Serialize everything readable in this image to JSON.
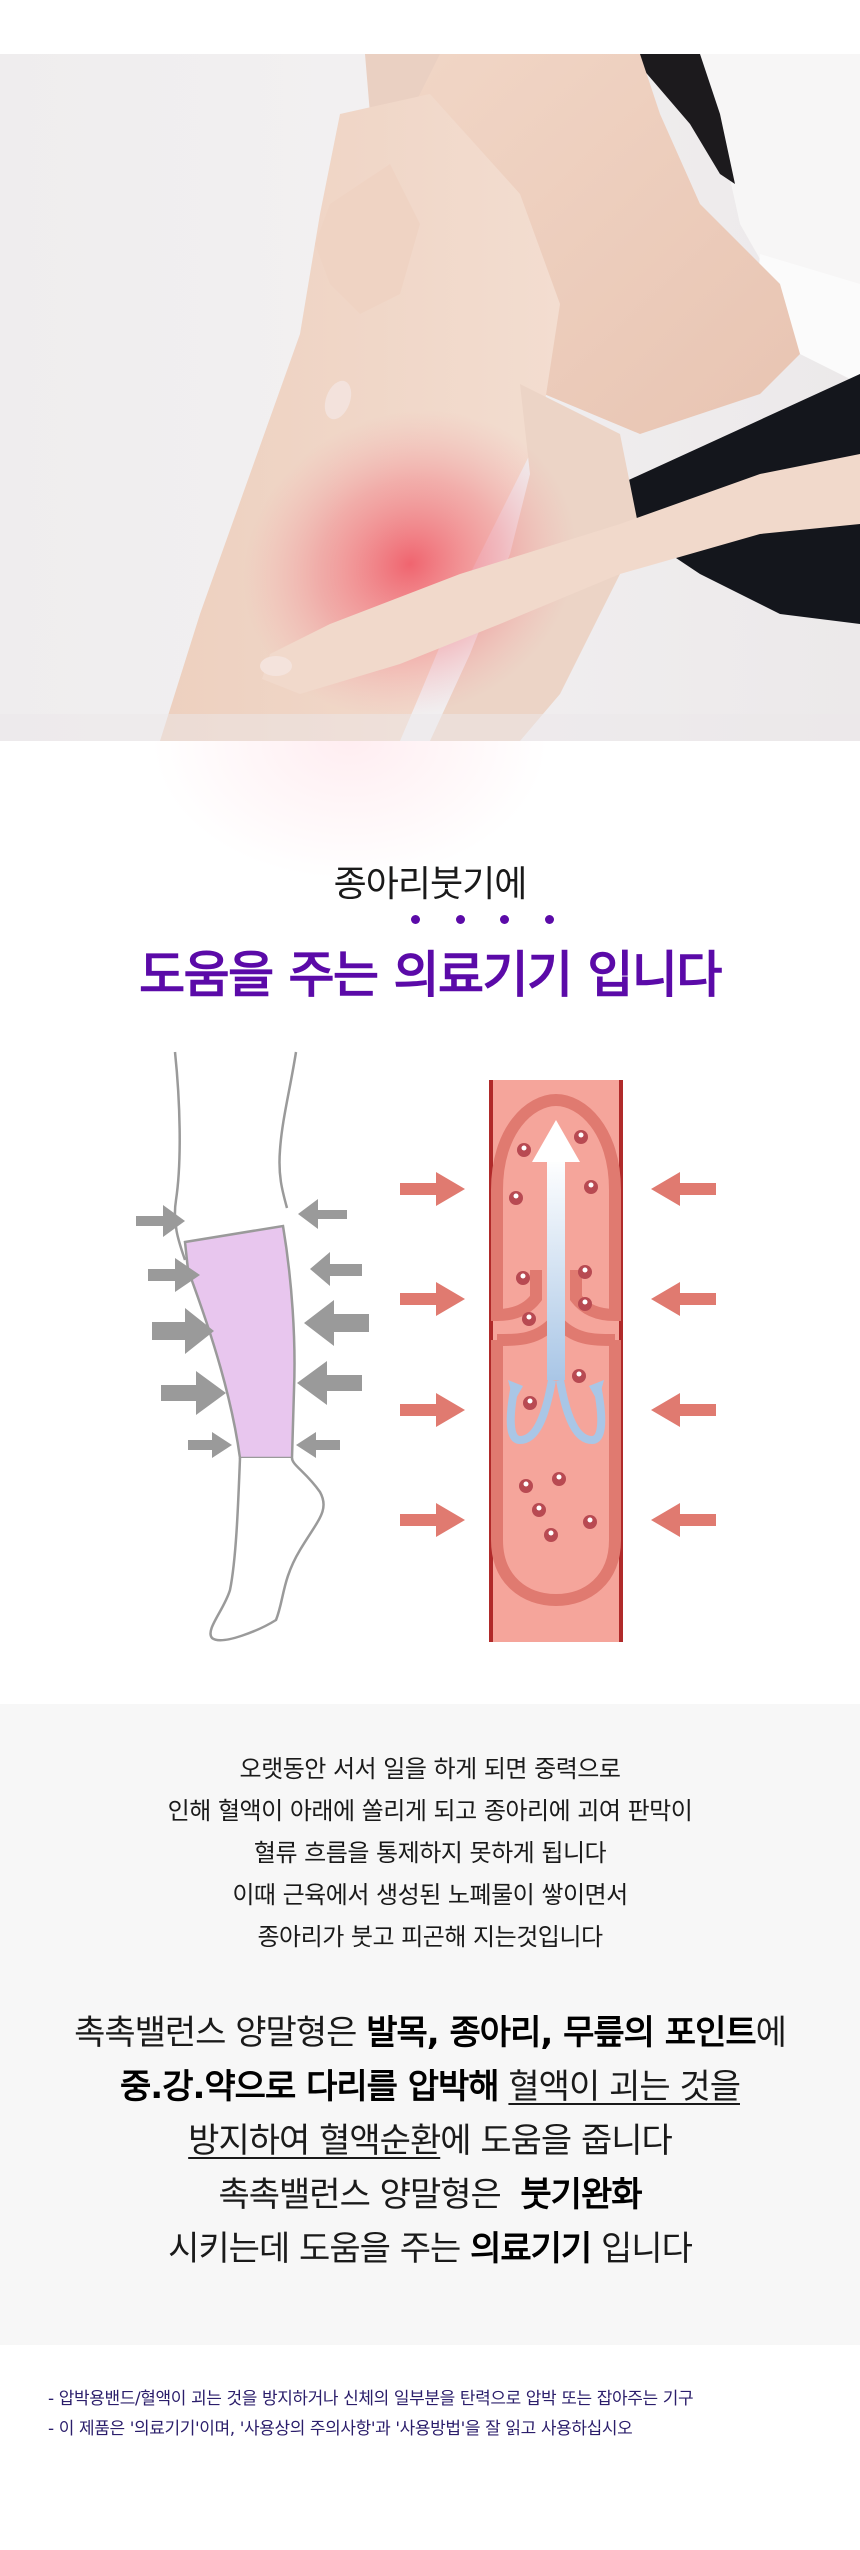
{
  "hero_photo": {
    "alt": "Woman seated holding her swollen calf, red glow indicating calf pain",
    "highlight_color": "#f0505f"
  },
  "headline": {
    "subtitle": "종아리붓기에",
    "title_part1": "도움을 주는 ",
    "title_emphasis": "의료기기",
    "title_part2": " 입니다",
    "color": "#5b0aa8"
  },
  "diagram": {
    "left_label": "compression-stocking-leg-illustration",
    "right_label": "vein-valve-blood-flow-illustration",
    "stocking_color": "#e8c6ee",
    "arrow_gray": "#9a9a9a",
    "vein_color": "#f5a59b",
    "vein_wall": "#b02a2a",
    "arrow_red": "#e07a70"
  },
  "info": {
    "paragraph": [
      "오랫동안 서서 일을 하게 되면 중력으로",
      "인해 혈액이 아래에 쏠리게 되고 종아리에 괴여 판막이",
      "혈류 흐름을 통제하지 못하게 됩니다",
      "이때 근육에서 생성된 노폐물이 쌓이면서",
      "종아리가 붓고 피곤해 지는것입니다"
    ],
    "claim": {
      "l1_a": "촉촉밸런스 양말형은 ",
      "l1_b": "발목, 종아리, 무릎의 포인트",
      "l1_c": "에",
      "l2_a": "중.강.약으로 다리를 압박해",
      "l2_b": " ",
      "l2_c": "혈액이 괴는 것을",
      "l3_a": "방지하여 혈액순환",
      "l3_b": "에 도움을 줍니다",
      "l4_a": "촉촉밸런스 양말형은  ",
      "l4_b": "붓기완화",
      "l5_a": "시키는데 도움을 주는 ",
      "l5_b": "의료기기",
      "l5_c": " 입니다"
    }
  },
  "notes": [
    "- 압박용밴드/혈액이 괴는 것을 방지하거나 신체의 일부분을 탄력으로 압박 또는 잡아주는 기구",
    "- 이 제품은 '의료기기'이며, '사용상의 주의사항'과 '사용방법'을 잘 읽고 사용하십시오"
  ]
}
